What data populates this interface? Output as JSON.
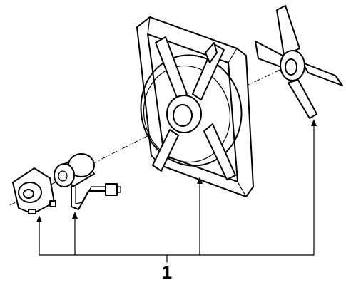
{
  "diagram": {
    "callout_number": "1",
    "line_color": "#000000",
    "background_color": "#ffffff",
    "parts": [
      {
        "name": "fan-motor-end-cap"
      },
      {
        "name": "fan-motor-with-connector"
      },
      {
        "name": "fan-shroud"
      },
      {
        "name": "fan-blade"
      }
    ]
  }
}
